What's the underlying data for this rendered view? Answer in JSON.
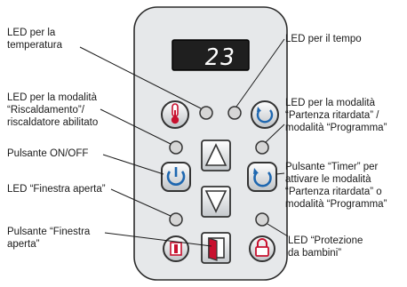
{
  "display": {
    "value": "23"
  },
  "labels": {
    "led_temp": "LED per la\ntemperatura",
    "led_time": "LED per il tempo",
    "led_heating": "LED per la modalità\n“Riscaldamento”/\nriscaldatore abilitato",
    "led_delay": "LED per la modalità\n“Partenza ritardata” /\nmodalità “Programma”",
    "btn_onoff": "Pulsante ON/OFF",
    "btn_timer": "Pulsante “Timer” per\nattivare le modalità\n“Partenza ritardata” o\nmodalità “Programma”",
    "led_window": "LED “Finestra aperta”",
    "btn_window": "Pulsante “Finestra\naperta”",
    "led_child": "LED “Protezione\nda bambini”"
  },
  "colors": {
    "panel": "#e6e8ea",
    "display_bg": "#1f1f1f",
    "button_ring": "#3a3a3a",
    "button_fill": "#d8d8d8",
    "accent_blue": "#1e67b0",
    "accent_red": "#c8102e"
  },
  "icons": {
    "thermometer": "thermometer-icon",
    "timer": "timer-icon",
    "power": "power-icon",
    "up": "arrow-up-icon",
    "down": "arrow-down-icon",
    "window_small": "window-small-icon",
    "window": "window-icon",
    "lock": "lock-icon"
  }
}
